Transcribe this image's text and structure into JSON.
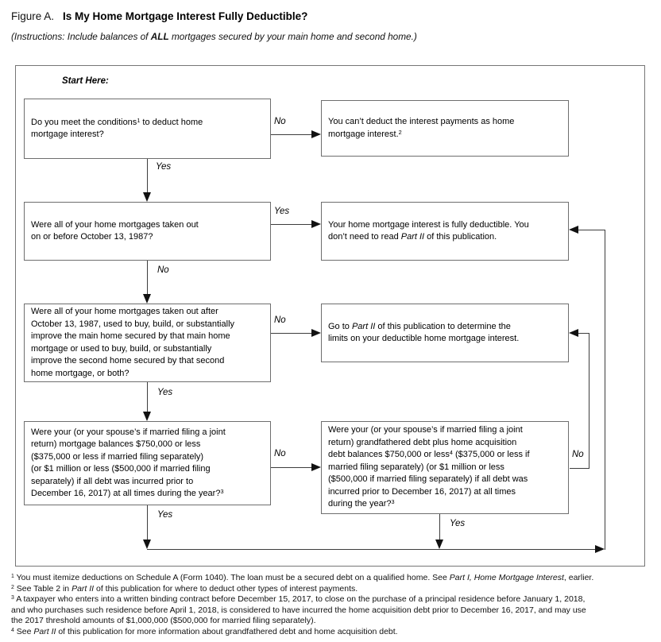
{
  "header": {
    "figure_label": "Figure A.",
    "title": "Is My Home Mortgage Interest Fully Deductible?",
    "instructions": [
      {
        "t": "(Instructions: Include balances of "
      },
      {
        "t": "ALL",
        "s": "b"
      },
      {
        "t": " mortgages secured by your main home and second home.)"
      }
    ]
  },
  "flowchart": {
    "start_here": "Start Here:",
    "boxes": {
      "q_conditions": [
        {
          "t": "Do you meet the conditions"
        },
        {
          "t": "1",
          "s": "sup"
        },
        {
          "t": " to deduct home"
        },
        {
          "br": true
        },
        {
          "t": "mortgage interest?"
        }
      ],
      "r_cant_deduct": [
        {
          "t": "You can’t deduct the interest payments as home"
        },
        {
          "br": true
        },
        {
          "t": "mortgage interest."
        },
        {
          "t": "2",
          "s": "sup"
        }
      ],
      "q_before_1987": [
        {
          "t": "Were all of your home mortgages taken out"
        },
        {
          "br": true
        },
        {
          "t": "on or before October 13, 1987?"
        }
      ],
      "r_fully_deductible": [
        {
          "t": "Your home mortgage interest is fully deductible. You"
        },
        {
          "br": true
        },
        {
          "t": "don’t need to read "
        },
        {
          "t": "Part II",
          "s": "i"
        },
        {
          "t": " of this publication."
        }
      ],
      "q_after_1987": [
        {
          "t": "Were all of your home mortgages taken out after"
        },
        {
          "br": true
        },
        {
          "t": "October 13, 1987, used to buy, build, or substantially"
        },
        {
          "br": true
        },
        {
          "t": "improve the main home secured by that main home"
        },
        {
          "br": true
        },
        {
          "t": "mortgage or used to buy, build, or substantially"
        },
        {
          "br": true
        },
        {
          "t": "improve the second home secured by that second"
        },
        {
          "br": true
        },
        {
          "t": "home mortgage, or both?"
        }
      ],
      "r_go_part2": [
        {
          "t": "Go to "
        },
        {
          "t": "Part II",
          "s": "i"
        },
        {
          "t": " of this publication to determine the"
        },
        {
          "br": true
        },
        {
          "t": "limits on your deductible home mortgage interest."
        }
      ],
      "q_balances": [
        {
          "t": "Were your (or your spouse’s if married filing a joint"
        },
        {
          "br": true
        },
        {
          "t": "return) mortgage balances $750,000 or less"
        },
        {
          "br": true
        },
        {
          "t": "($375,000 or less if married filing separately)"
        },
        {
          "br": true
        },
        {
          "t": "(or $1 million or less ($500,000 if married filing"
        },
        {
          "br": true
        },
        {
          "t": "separately) if all debt was incurred prior to"
        },
        {
          "br": true
        },
        {
          "t": "December 16, 2017) at all times during the year?"
        },
        {
          "t": "3",
          "s": "sup"
        }
      ],
      "q_grandfathered": [
        {
          "t": "Were your (or your spouse’s if married filing a joint"
        },
        {
          "br": true
        },
        {
          "t": "return) grandfathered debt plus home acquisition"
        },
        {
          "br": true
        },
        {
          "t": "debt balances $750,000 or less"
        },
        {
          "t": "4",
          "s": "sup"
        },
        {
          "t": " ($375,000 or less if"
        },
        {
          "br": true
        },
        {
          "t": "married filing separately) (or $1 million or less"
        },
        {
          "br": true
        },
        {
          "t": "($500,000 if married filing separately) if all debt was"
        },
        {
          "br": true
        },
        {
          "t": "incurred prior to December 16, 2017) at all times"
        },
        {
          "br": true
        },
        {
          "t": "during the year?"
        },
        {
          "t": "3",
          "s": "sup"
        }
      ]
    },
    "labels": {
      "q1_no": "No",
      "q1_yes": "Yes",
      "q2_yes": "Yes",
      "q2_no": "No",
      "q3_no": "No",
      "q3_yes": "Yes",
      "q4_no": "No",
      "q4_yes": "Yes",
      "q4r_yes": "Yes",
      "q4r_no": "No"
    }
  },
  "footnotes": [
    [
      {
        "t": "1",
        "s": "sup"
      },
      {
        "t": " You must itemize deductions on Schedule A (Form 1040). The loan must be a secured debt on a qualified home. See "
      },
      {
        "t": "Part I, Home Mortgage Interest",
        "s": "i"
      },
      {
        "t": ", earlier."
      }
    ],
    [
      {
        "t": "2",
        "s": "sup"
      },
      {
        "t": " See Table 2 in "
      },
      {
        "t": "Part II",
        "s": "i"
      },
      {
        "t": " of this publication for where to deduct other types of interest payments."
      }
    ],
    [
      {
        "t": "3",
        "s": "sup"
      },
      {
        "t": " A taxpayer who enters into a written binding contract before December 15, 2017, to close on the purchase of a principal residence before January 1, 2018,"
      },
      {
        "br": true
      },
      {
        "t": "and who purchases such residence before April 1, 2018, is considered to have incurred the home acquisition debt prior to December 16, 2017, and may use"
      },
      {
        "br": true
      },
      {
        "t": "the 2017 threshold amounts of $1,000,000 ($500,000 for married filing separately)."
      }
    ],
    [
      {
        "t": "4",
        "s": "sup"
      },
      {
        "t": " See "
      },
      {
        "t": "Part II",
        "s": "i"
      },
      {
        "t": " of this publication for more information about grandfathered debt and home acquisition debt."
      }
    ]
  ]
}
